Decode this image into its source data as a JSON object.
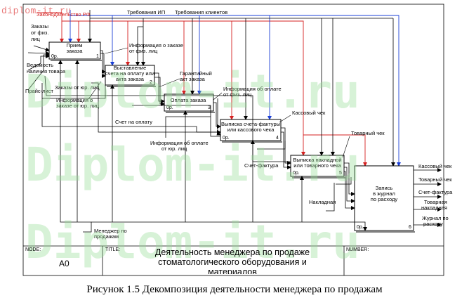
{
  "watermark": {
    "top": "diplom-it.ru",
    "big": "Diplom-it.ru"
  },
  "controls": {
    "legislation": "Законодательство РФ",
    "ip_requirements": "Требования ИП",
    "client_requirements": "Требования клиентов"
  },
  "inputs": {
    "orders_individuals": "Заказы от физ. лиц",
    "goods_list": "Ведомость наличия товара",
    "price_list": "Прайс-лист"
  },
  "boxes": [
    {
      "label": "Прием заказа",
      "cost": "0р.",
      "num": "1"
    },
    {
      "label": "Выставление счета на оплату или акта заказа",
      "cost": "0р.",
      "num": "2"
    },
    {
      "label": "Оплата заказа",
      "cost": "0р.",
      "num": "3"
    },
    {
      "label": "Выписка счета-фактуры или кассового чека",
      "cost": "0р.",
      "num": "4"
    },
    {
      "label": "Выписка накладной или товарного чека",
      "cost": "0р.",
      "num": "5"
    },
    {
      "label": "Запись в журнал по расходу",
      "cost": "0р.",
      "num": "6"
    }
  ],
  "arrows": {
    "info_order_individual": "Информация о заказе от физ. лиц",
    "orders_legal": "Заказы от юр. лиц",
    "info_order_legal": "Информация о заказе от юр. лиц",
    "warranty_act": "Гарантийный акт заказа",
    "invoice_payment": "Счет на оплату",
    "info_payment_individual": "Информация об оплате от физ. лиц",
    "info_payment_legal": "Информация об оплате от юр. лиц",
    "cash_receipt": "Кассовый чек",
    "invoice": "Счет-фактура",
    "sales_receipt": "Товарный чек",
    "waybill": "Накладная",
    "mechanism": "Менеджер по продажам"
  },
  "outputs": {
    "cash_receipt": "Кассовый чек",
    "sales_receipt": "Товарный чек",
    "invoice": "Счет-фактура",
    "waybill": "Товарная накладная",
    "sales_journal": "Журнал по расходу"
  },
  "footer": {
    "node_label": "NODE:",
    "node_value": "А0",
    "title_label": "TITLE:",
    "title_value": "Деятельность менеджера по продаже стоматологического оборудования и материалов",
    "number_label": "NUMBER:"
  },
  "caption": "Рисунок 1.5 Декомпозиция деятельности менеджера по продажам",
  "colors": {
    "legislation": "#d42020",
    "ip_requirements": "#1a3fd6",
    "black": "#000000",
    "watermark": "#96dc96"
  }
}
